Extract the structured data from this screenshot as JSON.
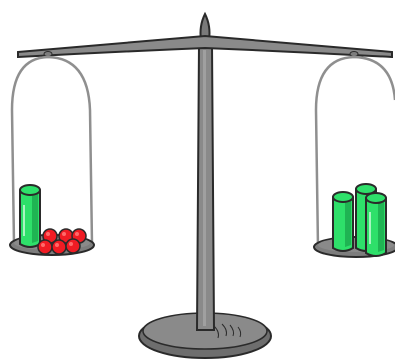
{
  "scene": {
    "background": "#ffffff",
    "outline_color": "#2a2a2a",
    "stand_color": "#8a8a8a",
    "stand_shadow": "#6e6e6e",
    "pan_color": "#7d7d7d",
    "wire_color": "#8f8f8f",
    "cylinder_color": "#2ee06a",
    "cylinder_shade": "#1fb453",
    "ball_color": "#f01c24",
    "ball_highlight": "#ff6a6a"
  },
  "left_pan": {
    "cylinders": 1,
    "balls": 6
  },
  "right_pan": {
    "cylinders": 3,
    "balls": 0
  }
}
